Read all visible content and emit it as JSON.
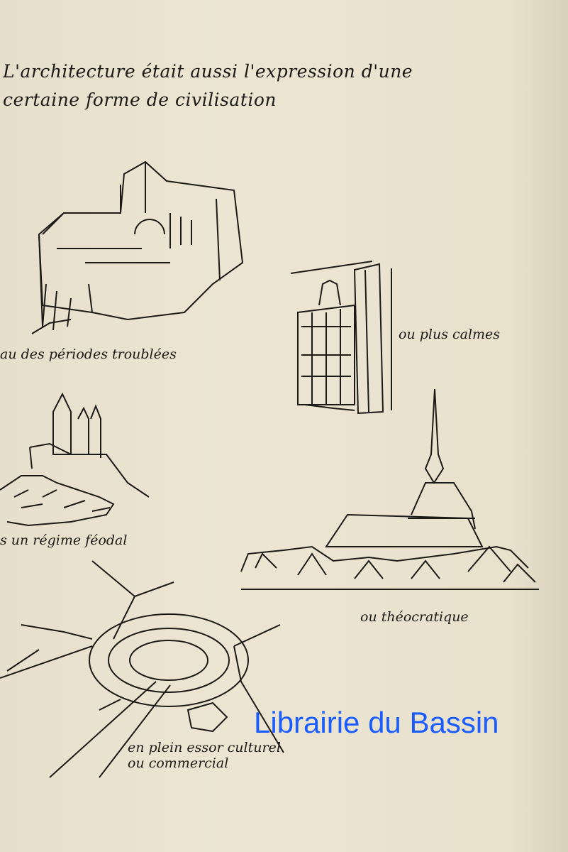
{
  "heading": {
    "line1": "L'architecture était aussi l'expression d'une",
    "line2": "certaine forme de civilisation"
  },
  "captions": {
    "troubled": "au des périodes troublées",
    "calm": "ou plus calmes",
    "feudal": "s un régime féodal",
    "theocratic": "ou théocratique",
    "cultural_line1": "en plein essor culturel",
    "cultural_line2": "ou commercial"
  },
  "watermark": "Librairie du Bassin",
  "colors": {
    "paper": "#e9e2cf",
    "ink": "#1c1a16",
    "watermark": "#1a5cff"
  }
}
